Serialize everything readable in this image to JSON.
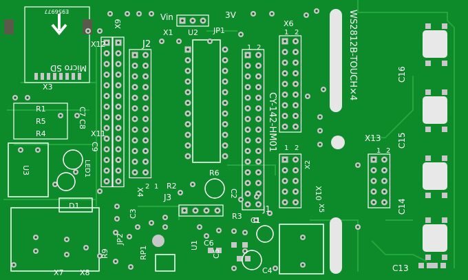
{
  "board": {
    "title": "WS2812B-TOUCH×4",
    "lot_code": "E956977",
    "module_label": "CY-142-HM01",
    "micro_sd": "Micro SD"
  },
  "labels": {
    "vin": "Vin",
    "v3": "3V",
    "x1": "X1",
    "u2": "U2",
    "jp1": "JP1",
    "x9": "X9",
    "x12": "X12",
    "j2": "J2",
    "x3": "X3",
    "x6": "X6",
    "x11": "X11",
    "r1": "R1",
    "r5": "R5",
    "r4": "R4",
    "c7c8": "C7 C8",
    "c9": "C9",
    "led1": "LED1",
    "u3": "U3",
    "d1": "D1",
    "x4": "X4",
    "r2": "R2",
    "r6": "R6",
    "c2": "C2",
    "j3": "J3",
    "j1": "J1",
    "c3": "C3",
    "r3": "R3",
    "c1": "C1",
    "x10": "X10",
    "x5": "X5",
    "x2": "X2",
    "x13": "X13",
    "jp2": "JP2",
    "rp1": "RP1",
    "u1": "U1",
    "c6": "C6",
    "c5": "C5",
    "c4": "C4",
    "r9": "R9",
    "x7": "X7",
    "x8": "X8",
    "c16": "C16",
    "c15": "C15",
    "c14": "C14",
    "c13": "C13",
    "pin1": "1",
    "pin2": "2"
  },
  "colors": {
    "board": "#0d8a2a",
    "trace": "#23a83d",
    "pad": "#c8c8c8",
    "silk": "#ffffff",
    "pad_dark": "#2e2e2e"
  }
}
